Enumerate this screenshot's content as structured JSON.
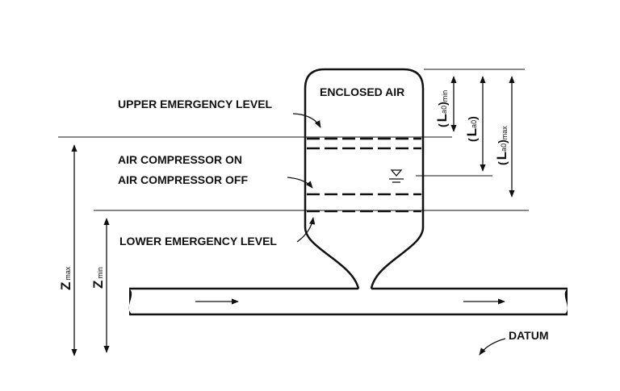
{
  "labels": {
    "enclosed_air": "ENCLOSED AIR",
    "upper_emergency_level": "UPPER EMERGENCY LEVEL",
    "air_compressor_on": "AIR COMPRESSOR ON",
    "air_compressor_off": "AIR COMPRESSOR OFF",
    "lower_emergency_level": "LOWER EMERGENCY LEVEL",
    "datum": "DATUM"
  },
  "dimensions": {
    "z_symbol": "Z",
    "z_max_sub": "max",
    "z_min_sub": "min",
    "la0_open": "(",
    "la0_symbol": "L",
    "la0_sub": "a0",
    "la0_close": ")",
    "la0_min_sub": "min",
    "la0_max_sub": "max"
  },
  "colors": {
    "ink": "#111111",
    "background": "#ffffff"
  }
}
